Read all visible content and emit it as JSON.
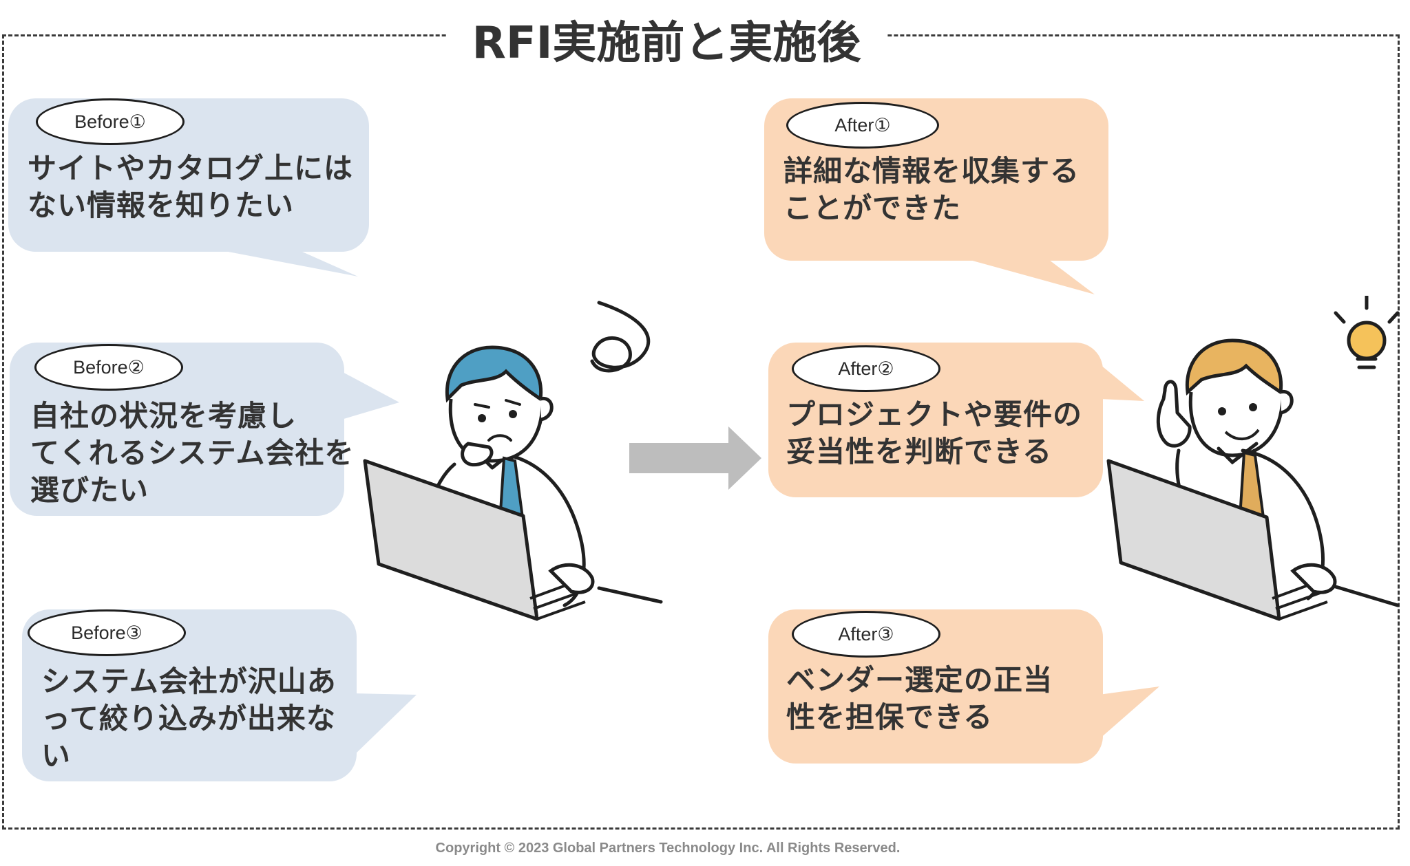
{
  "title": "RFI実施前と実施後",
  "before": [
    {
      "tag": "Before①",
      "text": "サイトやカタログ上には\nない情報を知りたい"
    },
    {
      "tag": "Before②",
      "text": "自社の状況を考慮し\nてくれるシステム会社を\n選びたい"
    },
    {
      "tag": "Before③",
      "text": "システム会社が沢山あ\nって絞り込みが出来な\nい"
    }
  ],
  "after": [
    {
      "tag": "After①",
      "text": "詳細な情報を収集する\nことができた"
    },
    {
      "tag": "After②",
      "text": "プロジェクトや要件の\n妥当性を判断できる"
    },
    {
      "tag": "After③",
      "text": "ベンダー選定の正当\n性を担保できる"
    }
  ],
  "copyright": "Copyright © 2023 Global Partners Technology Inc. All Rights Reserved.",
  "colors": {
    "before_bubble": "#dbe4ef",
    "after_bubble": "#fbd7b8",
    "arrow": "#bdbdbd",
    "hair_worried": "#4f9fc4",
    "hair_happy": "#e8b460",
    "tie_worried": "#4f9fc4",
    "tie_happy": "#e0ac5c"
  },
  "icons": [
    "worried-man-laptop-illustration",
    "happy-man-idea-illustration",
    "right-arrow-icon",
    "lightbulb-icon",
    "confusion-scribble-icon"
  ]
}
